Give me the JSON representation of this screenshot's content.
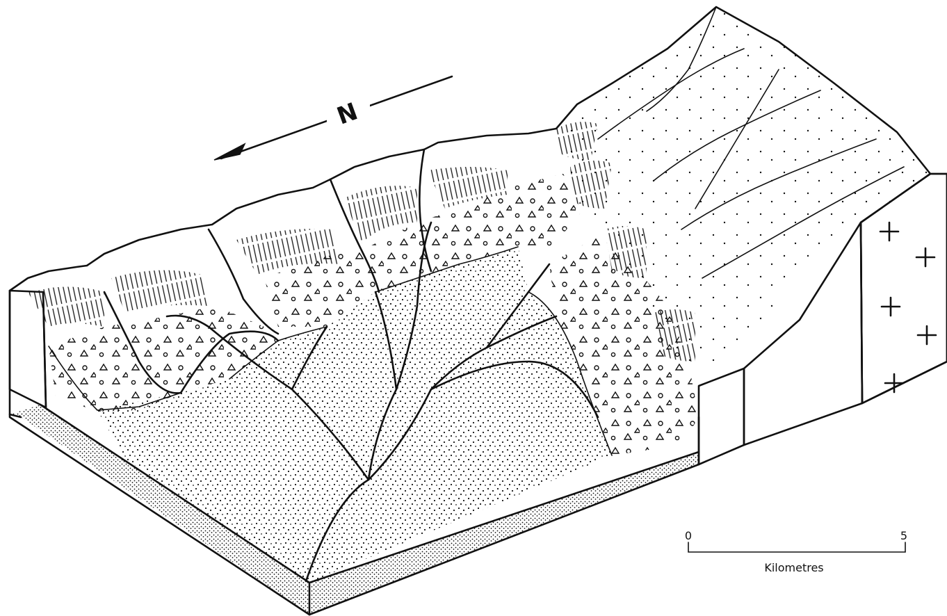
{
  "north_arrow": {
    "label": "N"
  },
  "scale_bar": {
    "start_label": "0",
    "end_label": "5",
    "unit_label": "Kilometres"
  },
  "colors": {
    "ink": "#111111",
    "paper": "#ffffff"
  }
}
